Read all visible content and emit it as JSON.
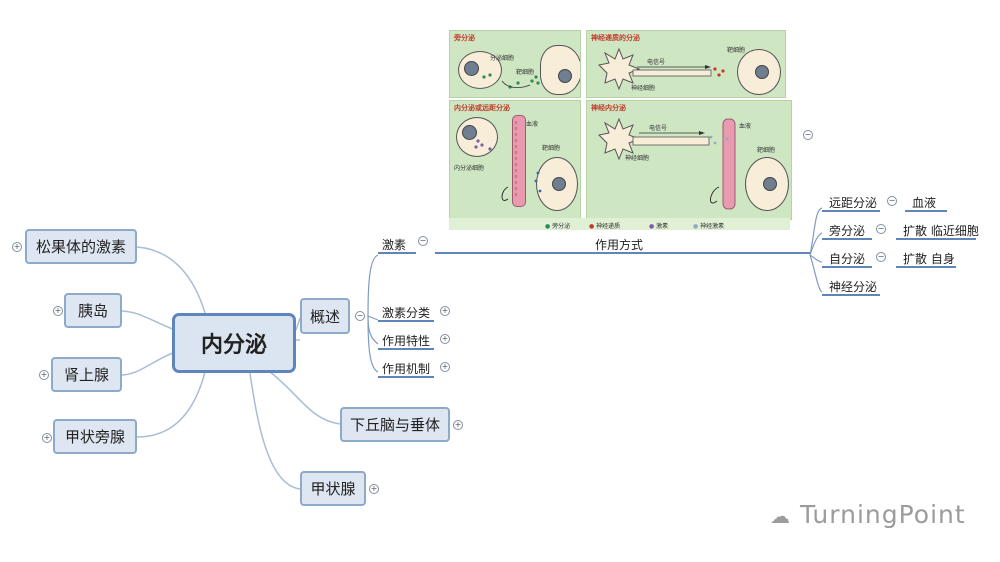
{
  "center": "内分泌",
  "left_branches": [
    "松果体的激素",
    "胰岛",
    "肾上腺",
    "甲状旁腺"
  ],
  "right_branches": [
    "概述",
    "下丘脑与垂体",
    "甲状腺"
  ],
  "overview": {
    "hormone": "激素",
    "action_mode": "作用方式",
    "children": [
      "激素分类",
      "作用特性",
      "作用机制"
    ]
  },
  "modes": [
    {
      "label": "远距分泌",
      "detail": "血液"
    },
    {
      "label": "旁分泌",
      "detail": "扩散 临近细胞"
    },
    {
      "label": "自分泌",
      "detail": "扩散 自身"
    },
    {
      "label": "神经分泌",
      "detail": ""
    }
  ],
  "figure": {
    "panel1_title": "旁分泌",
    "panel2_title": "神经递质的分泌",
    "panel3_title": "内分泌或远距分泌",
    "panel4_title": "神经内分泌",
    "labels": {
      "secreting_cell": "分泌细胞",
      "target_cell": "靶细胞",
      "electric_signal": "电信号",
      "nerve_cell": "神经细胞",
      "blood": "血液",
      "endocrine_cell": "内分泌细胞"
    },
    "legend": [
      "旁分泌",
      "神经递质",
      "激素",
      "神经激素"
    ]
  },
  "watermark": "TurningPoint",
  "colors": {
    "node_fill": "#dde6f1",
    "node_border": "#8eaacb",
    "link": "#a9bdd6",
    "accent": "#5f86ba",
    "panel": "#cfe6c3"
  }
}
